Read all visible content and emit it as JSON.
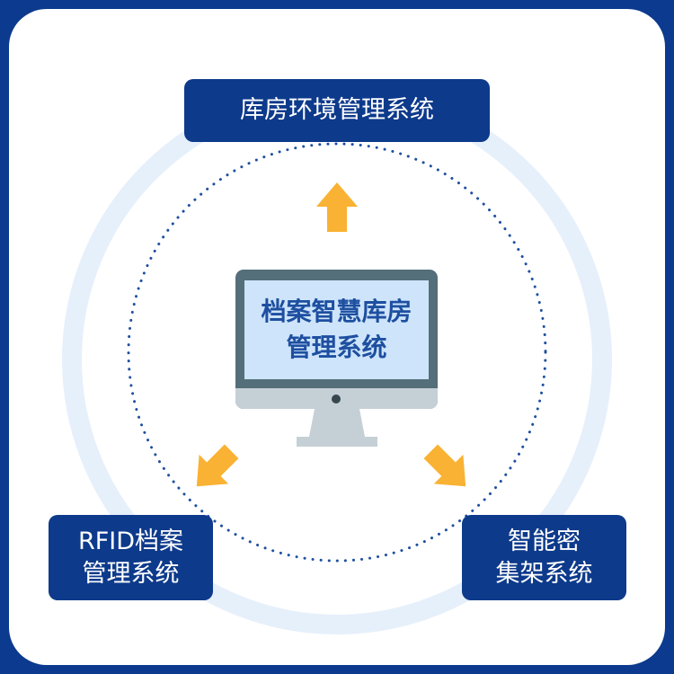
{
  "center": {
    "line1": "档案智慧库房",
    "line2": "管理系统"
  },
  "top_box": {
    "label": "库房环境管理系统"
  },
  "left_box": {
    "line1": "RFID档案",
    "line2": "管理系统"
  },
  "right_box": {
    "line1": "智能密",
    "line2": "集架系统"
  },
  "colors": {
    "frame": "#0b3a8e",
    "box": "#0d3a8b",
    "arrow": "#f9b233",
    "ring": "#e6f0fb"
  }
}
